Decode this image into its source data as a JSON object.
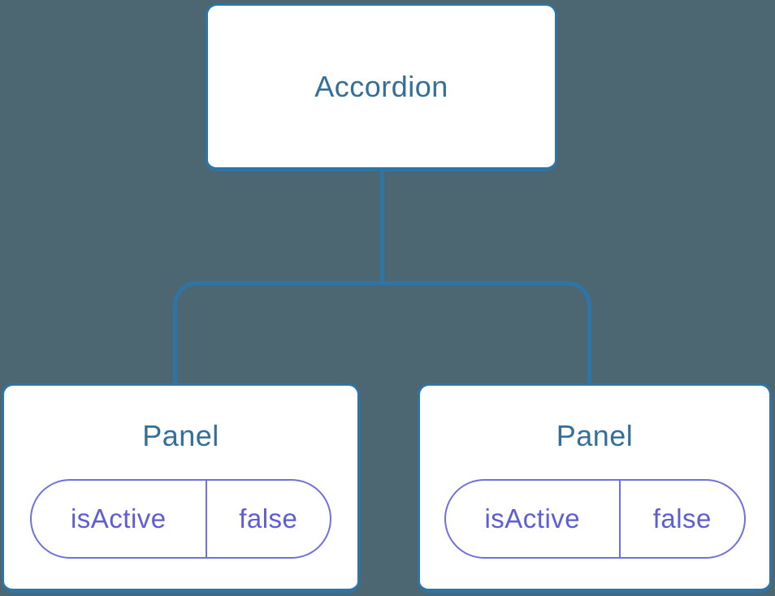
{
  "diagram": {
    "type": "component-tree",
    "colors": {
      "background": "#4d6772",
      "connector": "#2e74a4",
      "node_border": "#2e74a4",
      "node_fill": "#ffffff",
      "node_title_text": "#336f99",
      "prop_text": "#5d5dd5",
      "prop_border": "#6f6fe0"
    },
    "root": {
      "title": "Accordion"
    },
    "children": [
      {
        "title": "Panel",
        "props": [
          {
            "name": "isActive",
            "value": "false"
          }
        ]
      },
      {
        "title": "Panel",
        "props": [
          {
            "name": "isActive",
            "value": "false"
          }
        ]
      }
    ]
  }
}
